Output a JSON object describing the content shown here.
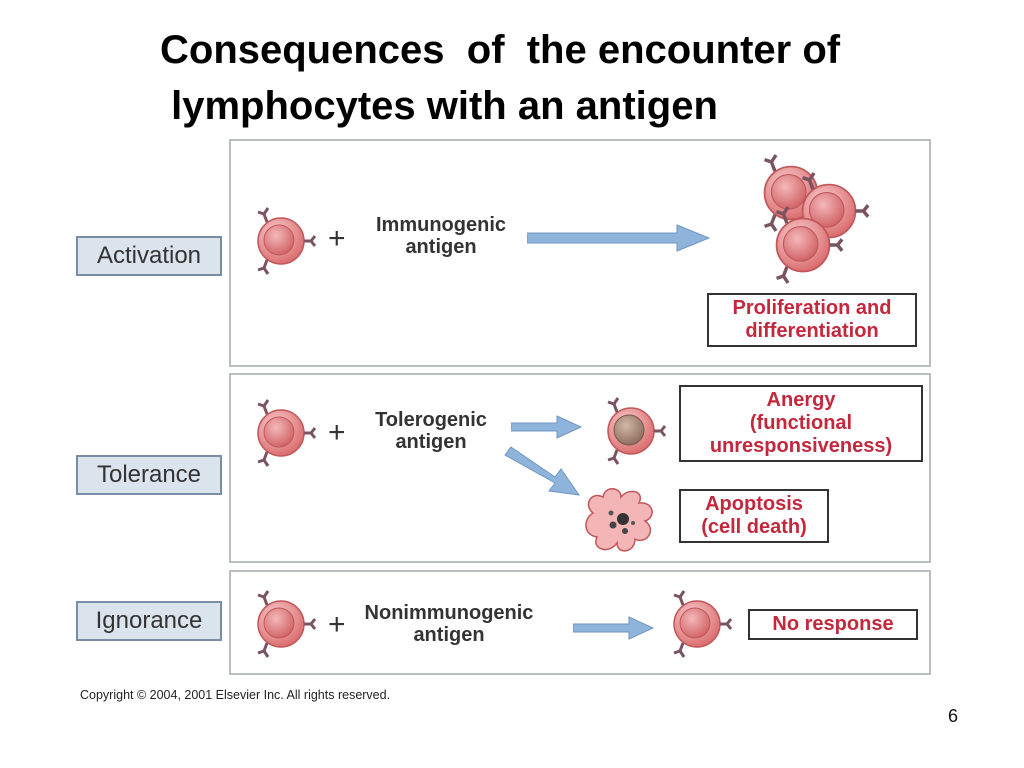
{
  "slide": {
    "title": "Consequences  of  the encounter of\n lymphocytes with an antigen",
    "copyright": "Copyright © 2004, 2001 Elsevier Inc. All rights reserved.",
    "page_number": "6"
  },
  "rows": {
    "activation": {
      "label": "Activation",
      "antigen": "Immunogenic\nantigen",
      "plus": "+",
      "outcome": "Proliferation and\ndifferentiation"
    },
    "tolerance": {
      "label": "Tolerance",
      "antigen": "Tolerogenic\nantigen",
      "plus": "+",
      "outcome_anergy": "Anergy\n(functional\nunresponsiveness)",
      "outcome_apoptosis": "Apoptosis\n(cell death)"
    },
    "ignorance": {
      "label": "Ignorance",
      "antigen": "Nonimmunogenic\nantigen",
      "plus": "+",
      "outcome": "No response"
    }
  },
  "colors": {
    "cell_fill": "#e88a8c",
    "arrow": "#8fb4dc",
    "outcome_text": "#c4283c",
    "label_box": "#dbe3ec"
  }
}
